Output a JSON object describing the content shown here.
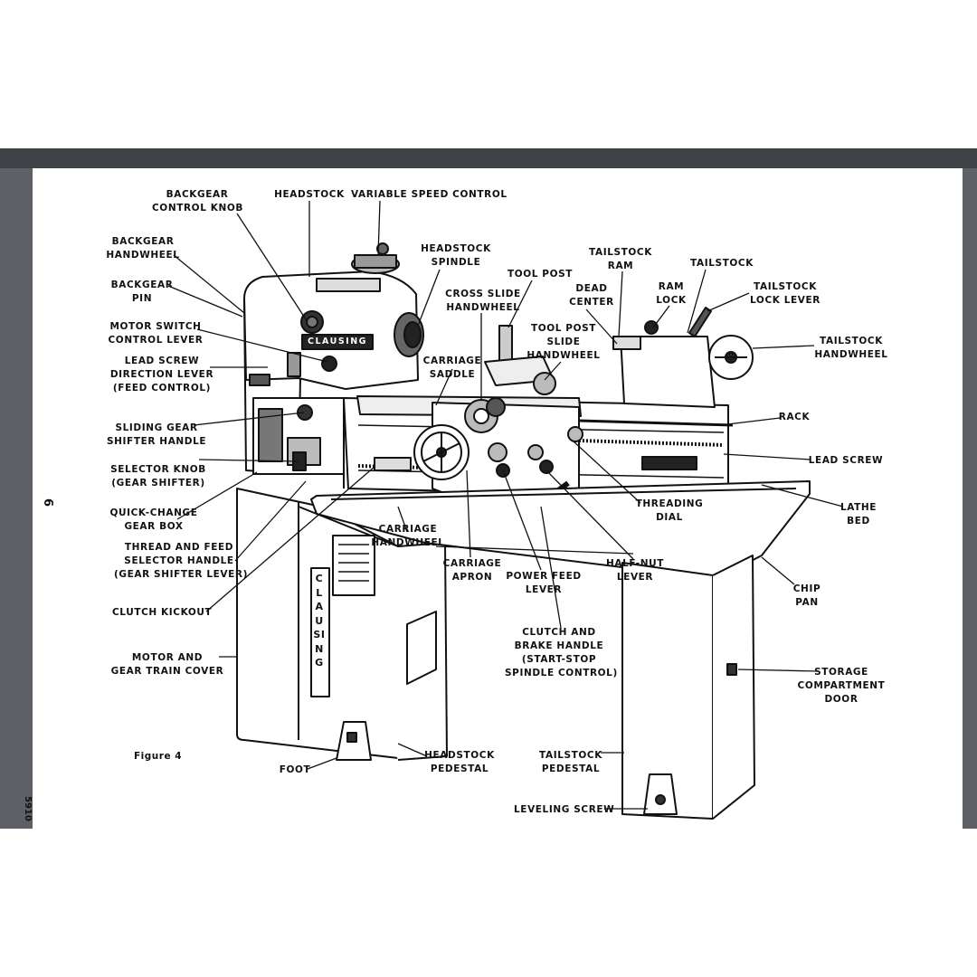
{
  "figure_caption": "Figure 4",
  "side_page_number": "6",
  "side_code": "5910",
  "brand_plate": "CLAUSING",
  "pedestal_lettering": "CLAUSING",
  "labels": {
    "backgear_control_knob": "BACKGEAR\nCONTROL KNOB",
    "headstock": "HEADSTOCK",
    "variable_speed_control": "VARIABLE SPEED CONTROL",
    "backgear_handwheel": "BACKGEAR\nHANDWHEEL",
    "headstock_spindle": "HEADSTOCK\nSPINDLE",
    "tailstock_ram": "TAILSTOCK\nRAM",
    "tailstock": "TAILSTOCK",
    "backgear_pin": "BACKGEAR\nPIN",
    "tool_post": "TOOL POST",
    "dead_center": "DEAD\nCENTER",
    "ram_lock": "RAM\nLOCK",
    "tailstock_lock_lever": "TAILSTOCK\nLOCK LEVER",
    "cross_slide_handwheel": "CROSS SLIDE\nHANDWHEEL",
    "motor_switch_control_lever": "MOTOR SWITCH\nCONTROL LEVER",
    "tool_post_slide_handwheel": "TOOL POST\nSLIDE\nHANDWHEEL",
    "tailstock_handwheel": "TAILSTOCK\nHANDWHEEL",
    "carriage_saddle": "CARRIAGE\nSADDLE",
    "lead_screw_direction_lever": "LEAD SCREW\nDIRECTION LEVER\n(FEED CONTROL)",
    "rack": "RACK",
    "sliding_gear_shifter_handle": "SLIDING GEAR\nSHIFTER HANDLE",
    "lead_screw": "LEAD SCREW",
    "selector_knob": "SELECTOR KNOB\n(GEAR SHIFTER)",
    "threading_dial": "THREADING\nDIAL",
    "lathe_bed": "LATHE\nBED",
    "quick_change_gear_box": "QUICK-CHANGE\nGEAR BOX",
    "carriage_handwheel": "CARRIAGE\nHANDWHEEL",
    "thread_feed_selector_handle": "THREAD AND FEED\nSELECTOR HANDLE\n(GEAR SHIFTER LEVER)",
    "carriage_apron": "CARRIAGE\nAPRON",
    "power_feed_lever": "POWER FEED\nLEVER",
    "half_nut_lever": "HALF-NUT\nLEVER",
    "chip_pan": "CHIP\nPAN",
    "clutch_kickout": "CLUTCH KICKOUT",
    "clutch_brake_handle": "CLUTCH AND\nBRAKE HANDLE\n(START-STOP\nSPINDLE CONTROL)",
    "motor_gear_train_cover": "MOTOR AND\nGEAR TRAIN COVER",
    "storage_compartment_door": "STORAGE\nCOMPARTMENT\nDOOR",
    "headstock_pedestal": "HEADSTOCK\nPEDESTAL",
    "tailstock_pedestal": "TAILSTOCK\nPEDESTAL",
    "foot": "FOOT",
    "leveling_screw": "LEVELING SCREW"
  }
}
